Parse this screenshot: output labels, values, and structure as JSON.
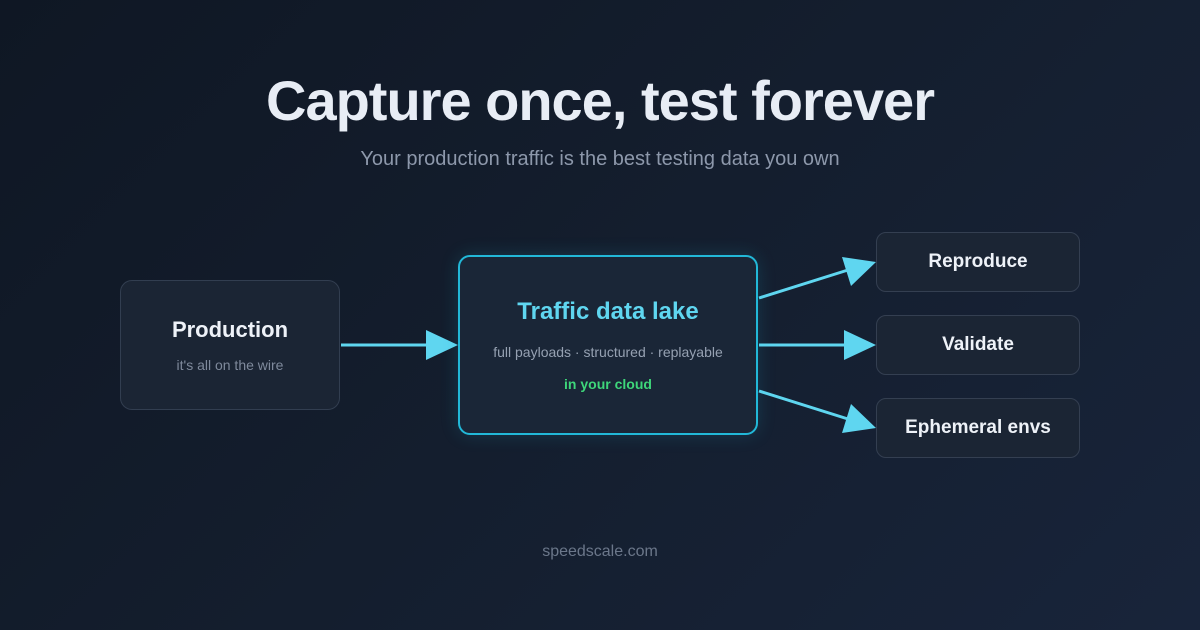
{
  "header": {
    "title": "Capture once, test forever",
    "subtitle": "Your production traffic is the best testing data you own"
  },
  "source": {
    "title": "Production",
    "subtitle": "it's all on the wire"
  },
  "lake": {
    "title": "Traffic data lake",
    "subtitle": "full payloads · structured · replayable",
    "tag": "in your cloud"
  },
  "destinations": [
    {
      "label": "Reproduce"
    },
    {
      "label": "Validate"
    },
    {
      "label": "Ephemeral envs"
    }
  ],
  "colors": {
    "accent": "#22b8d8",
    "arrow": "#5fd6f0",
    "tag_green": "#3ed67a"
  },
  "footer": {
    "text": "speedscale.com"
  }
}
